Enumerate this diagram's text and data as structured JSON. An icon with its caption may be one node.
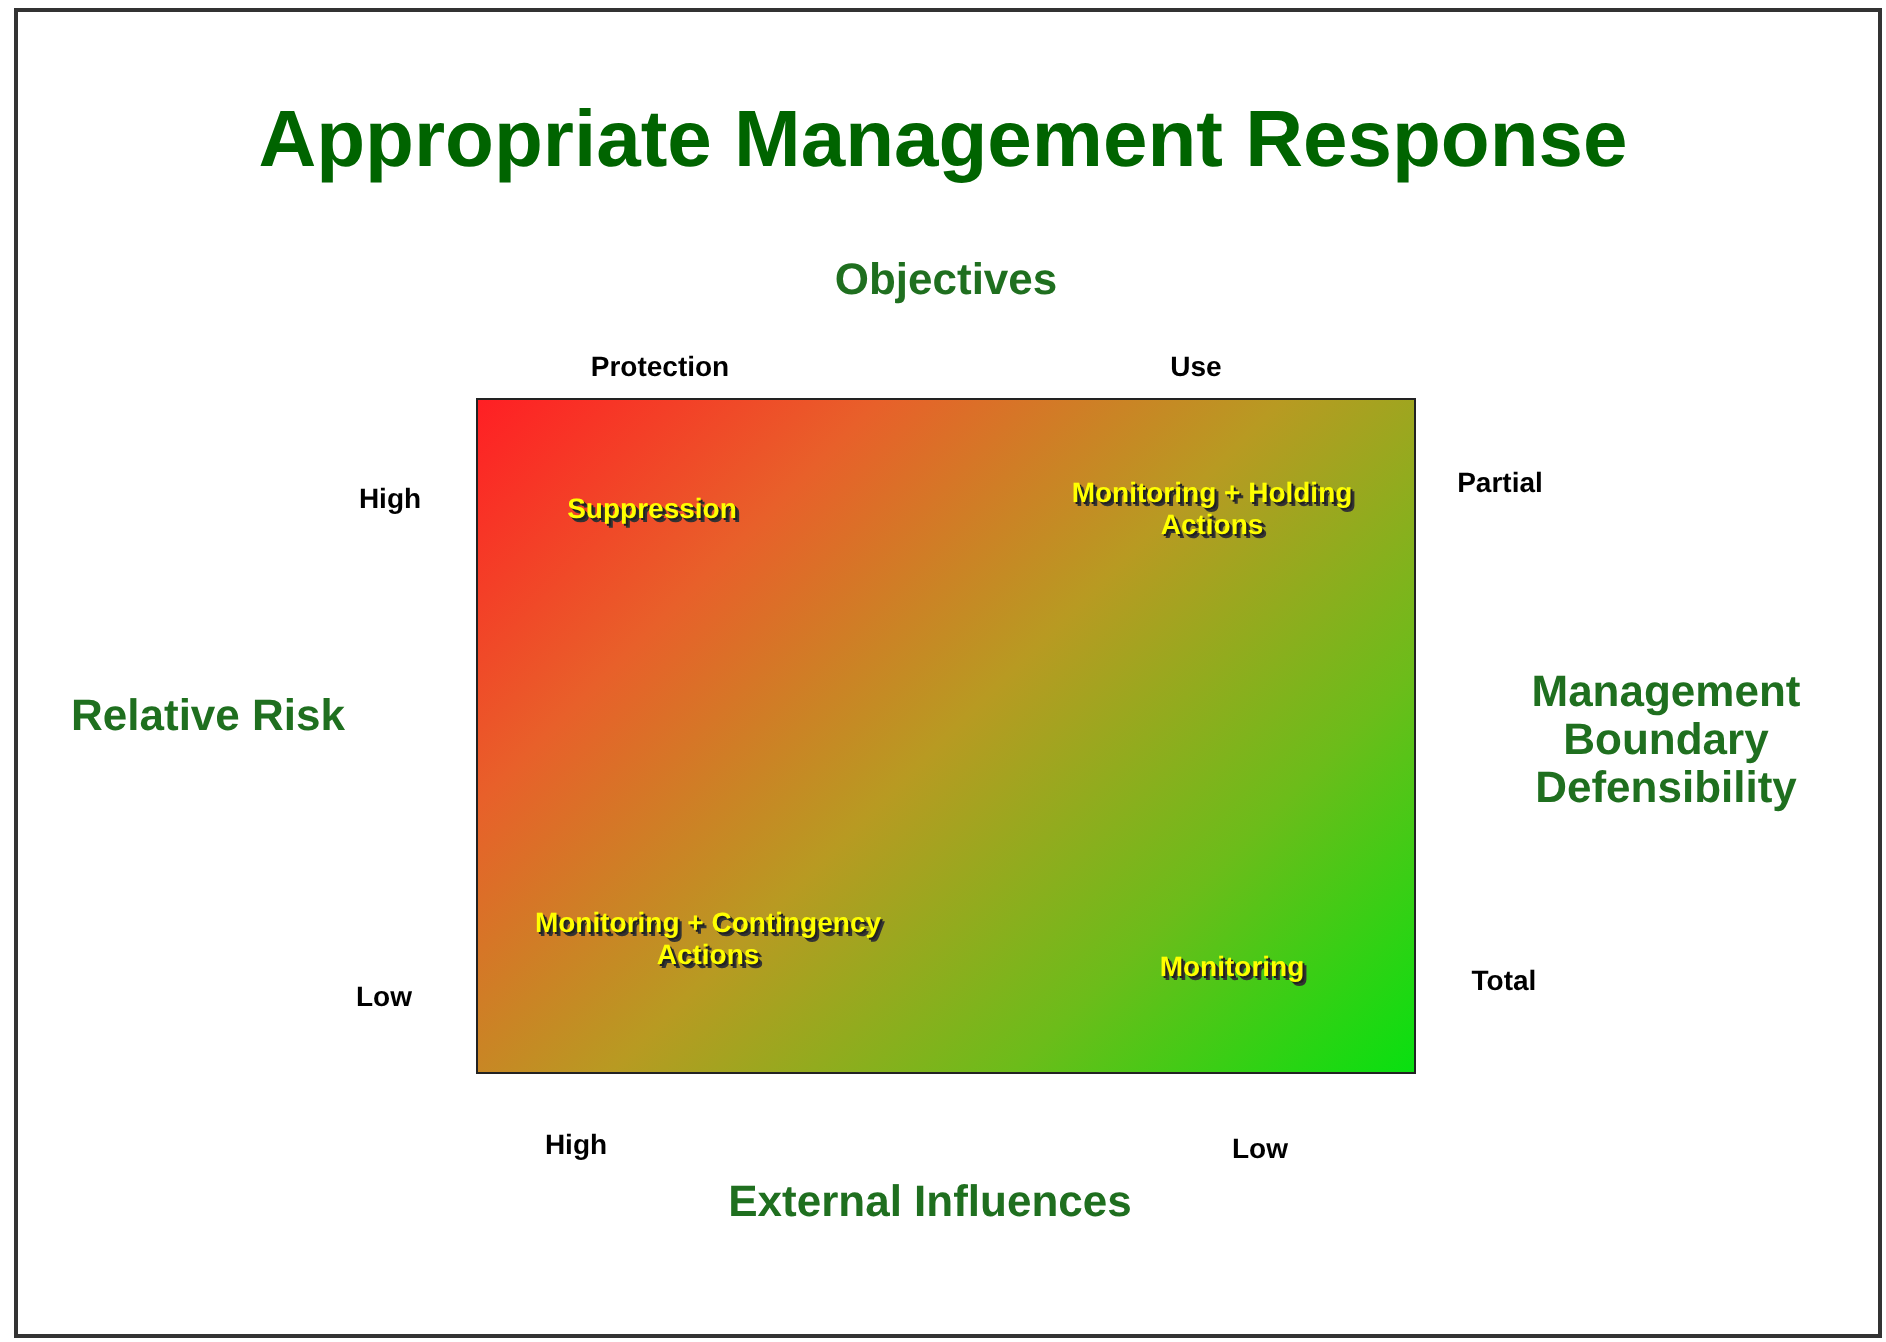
{
  "diagram": {
    "title": "Appropriate Management Response",
    "nodes": [
      {
        "text": [
          "Suppression",
          "Monitoring + Holding Actions",
          "Monitoring + Contingency Actions",
          "Monitoring"
        ]
      }
    ],
    "labels": [
      "Objectives",
      "Protection",
      "Use",
      "High",
      "Low",
      "Relative Risk",
      "Partial",
      "Total",
      "Management Boundary Defensibility",
      "High",
      "Low",
      "External Influences"
    ]
  }
}
